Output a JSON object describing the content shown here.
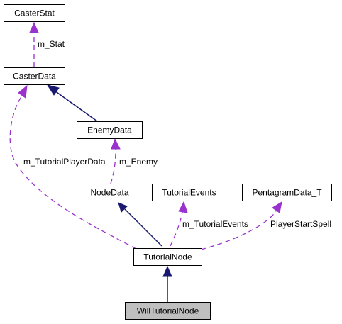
{
  "colors": {
    "inheritance": "#191970",
    "usage": "#9a32cd",
    "highlight_fill": "#bfbfbf",
    "box_stroke": "#000000"
  },
  "nodes": {
    "caster_stat": "CasterStat",
    "caster_data": "CasterData",
    "enemy_data": "EnemyData",
    "node_data": "NodeData",
    "tutorial_events": "TutorialEvents",
    "pentagram_data_t": "PentagramData_T",
    "tutorial_node": "TutorialNode",
    "will_tutorial_node": "WillTutorialNode"
  },
  "edge_labels": {
    "m_stat": "m_Stat",
    "m_enemy": "m_Enemy",
    "m_tutorial_player_data": "m_TutorialPlayerData",
    "m_tutorial_events": "m_TutorialEvents",
    "player_start_spell": "PlayerStartSpell"
  }
}
